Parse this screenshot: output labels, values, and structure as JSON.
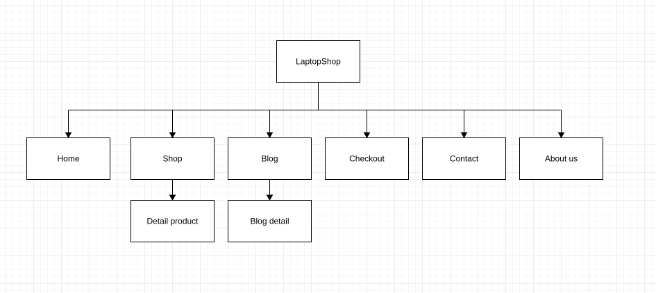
{
  "diagram": {
    "root": {
      "id": "laptopshop",
      "label": "LaptopShop"
    },
    "children": [
      {
        "id": "home",
        "label": "Home"
      },
      {
        "id": "shop",
        "label": "Shop"
      },
      {
        "id": "blog",
        "label": "Blog"
      },
      {
        "id": "checkout",
        "label": "Checkout"
      },
      {
        "id": "contact",
        "label": "Contact"
      },
      {
        "id": "about-us",
        "label": "About us"
      }
    ],
    "grandchildren": [
      {
        "id": "detail-product",
        "parent": "shop",
        "label": "Detail product"
      },
      {
        "id": "blog-detail",
        "parent": "blog",
        "label": "Blog detail"
      }
    ]
  }
}
